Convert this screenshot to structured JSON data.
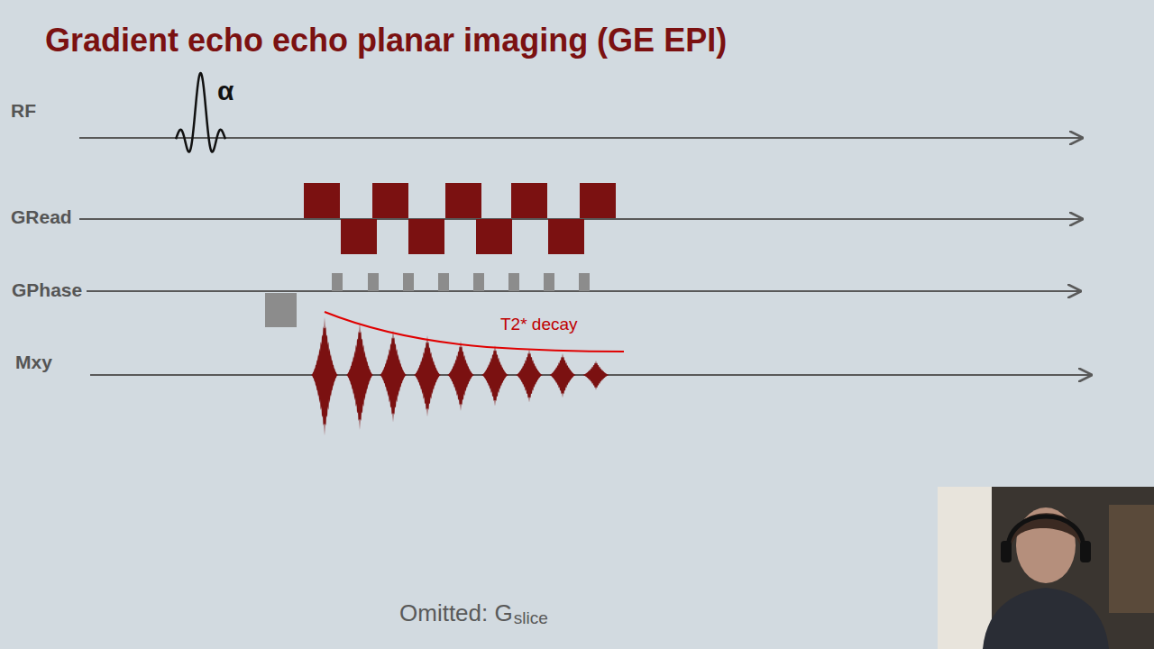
{
  "diagram": {
    "title": "Gradient echo echo planar imaging (GE EPI)",
    "labels": [
      "RF",
      "α",
      "GRead",
      "GPhase",
      "Mxy",
      "T2* decay",
      "Omitted: G",
      "slice"
    ]
  }
}
